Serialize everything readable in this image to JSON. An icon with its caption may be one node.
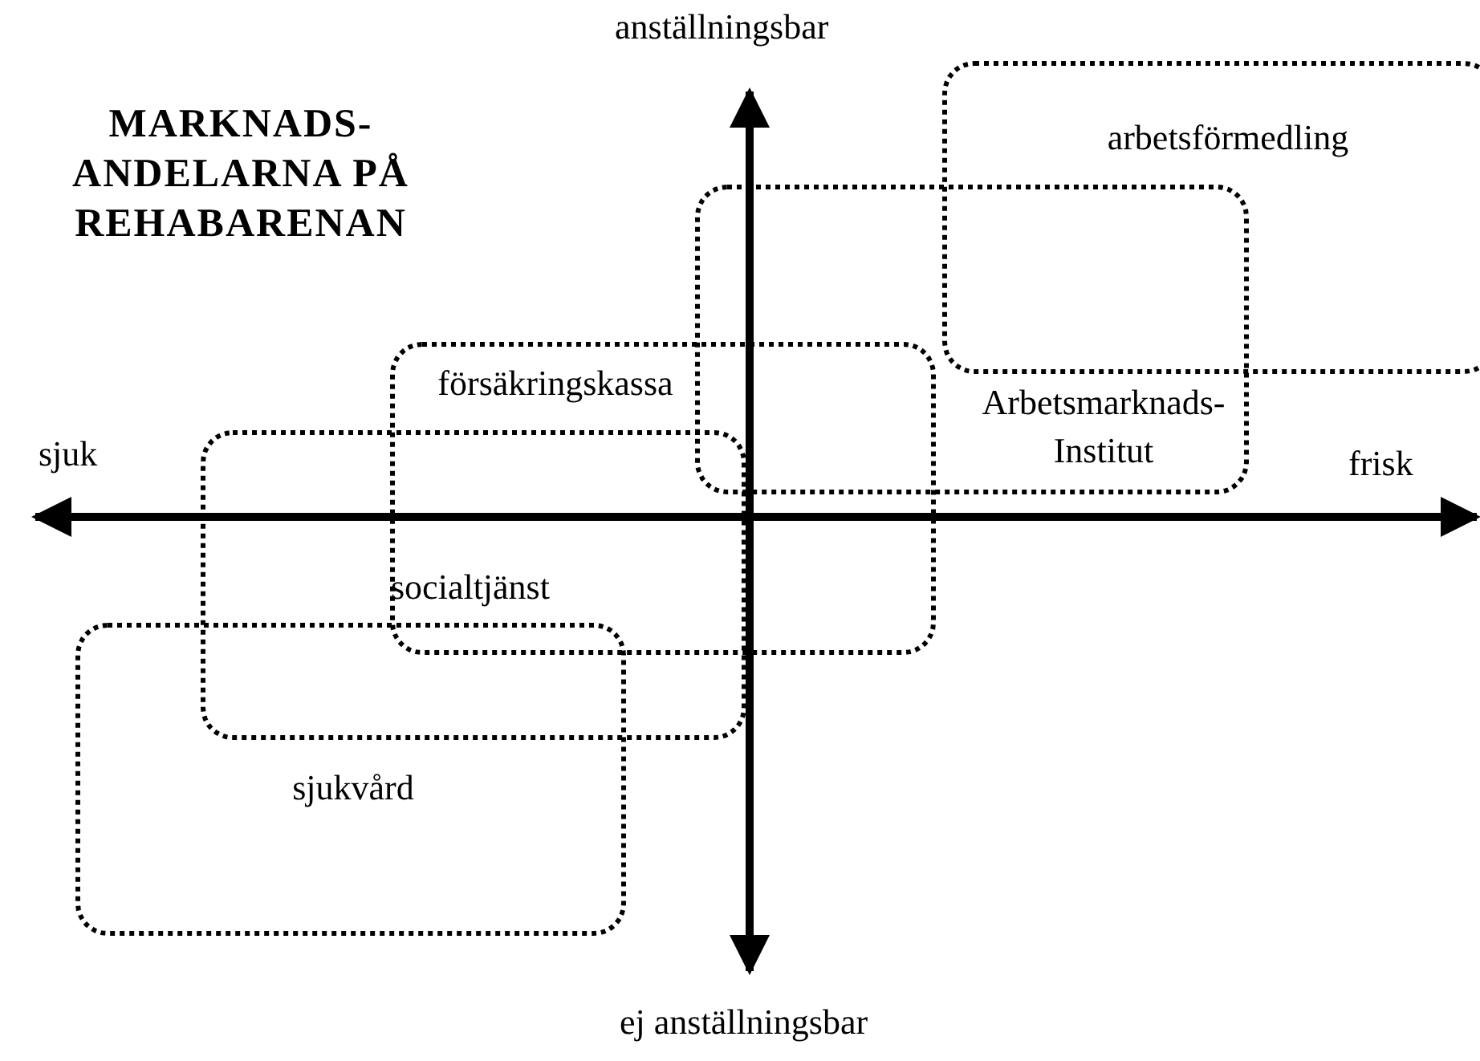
{
  "diagram": {
    "title": "MARKNADS- ANDELARNA PÅ REHABARENAN",
    "nodes": [
      {
        "text": [
          "arbetsförmedling"
        ]
      },
      {
        "text": [
          "Arbetsmarknads- Institut"
        ]
      },
      {
        "text": [
          "försäkringskassa"
        ]
      },
      {
        "text": [
          "socialtjänst"
        ]
      },
      {
        "text": [
          "sjukvård"
        ]
      }
    ],
    "edges": [],
    "labels": [
      "anställningsbar",
      "sjuk",
      "frisk",
      "ej anställningsbar"
    ]
  }
}
